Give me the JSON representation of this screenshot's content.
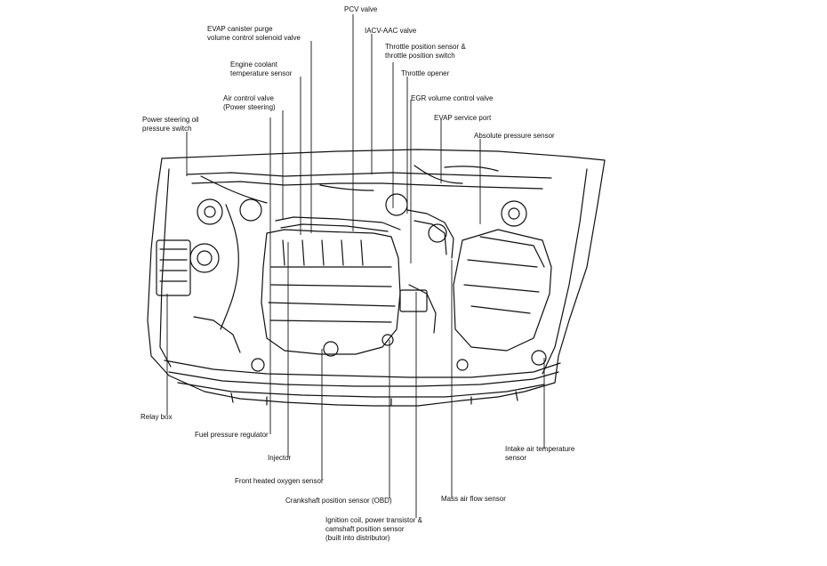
{
  "labels": {
    "pcv_valve": [
      "PCV valve"
    ],
    "evap_canister": [
      "EVAP canister purge",
      "volume control solenoid valve"
    ],
    "iacv_aac": [
      "IACV-AAC valve"
    ],
    "throttle_position": [
      "Throttle position sensor &",
      "throttle position switch"
    ],
    "engine_coolant": [
      "Engine coolant",
      "temperature sensor"
    ],
    "throttle_opener": [
      "Throttle opener"
    ],
    "air_control": [
      "Air control valve",
      "(Power steering)"
    ],
    "egr_volume": [
      "EGR volume control valve"
    ],
    "evap_service": [
      "EVAP service port"
    ],
    "ps_oil": [
      "Power steering oil",
      "pressure switch"
    ],
    "absolute_pressure": [
      "Absolute pressure sensor"
    ],
    "relay_box": [
      "Relay box"
    ],
    "fuel_pressure": [
      "Fuel pressure regulator"
    ],
    "intake_air_temp": [
      "Intake air temperature",
      "sensor"
    ],
    "injector": [
      "Injector"
    ],
    "front_oxygen": [
      "Front heated oxygen sensor"
    ],
    "crankshaft": [
      "Crankshaft position sensor (OBD)"
    ],
    "mass_air_flow": [
      "Mass air flow sensor"
    ],
    "ignition_coil": [
      "Ignition coil, power transistor &",
      "camshaft position sensor",
      "(built into distributor)"
    ]
  }
}
